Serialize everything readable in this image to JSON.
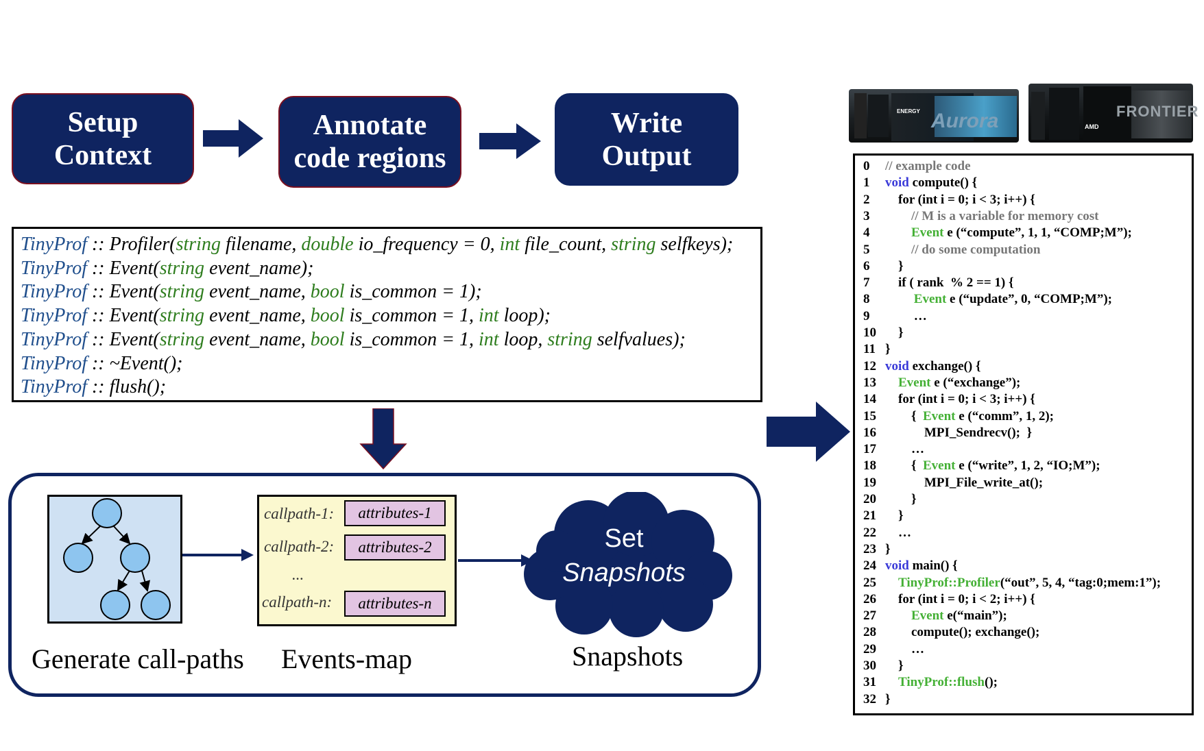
{
  "pipeline": {
    "steps": [
      "Setup\nContext",
      "Annotate\ncode regions",
      "Write\nOutput"
    ]
  },
  "api": {
    "lines": [
      [
        [
          "ns",
          "TinyProf"
        ],
        [
          "t",
          " :: Profiler("
        ],
        [
          "tp",
          "string"
        ],
        [
          "t",
          " filename,  "
        ],
        [
          "tp",
          "double"
        ],
        [
          "t",
          " io_frequency = 0, "
        ],
        [
          "tp",
          "int"
        ],
        [
          "t",
          " file_count, "
        ],
        [
          "tp",
          "string"
        ],
        [
          "t",
          " selfkeys);"
        ]
      ],
      [
        [
          "ns",
          "TinyProf"
        ],
        [
          "t",
          " :: Event("
        ],
        [
          "tp",
          "string"
        ],
        [
          "t",
          " event_name);"
        ]
      ],
      [
        [
          "ns",
          "TinyProf"
        ],
        [
          "t",
          " :: Event("
        ],
        [
          "tp",
          "string"
        ],
        [
          "t",
          " event_name, "
        ],
        [
          "tp",
          "bool"
        ],
        [
          "t",
          " is_common = 1);"
        ]
      ],
      [
        [
          "ns",
          "TinyProf"
        ],
        [
          "t",
          " :: Event("
        ],
        [
          "tp",
          "string"
        ],
        [
          "t",
          " event_name, "
        ],
        [
          "tp",
          "bool"
        ],
        [
          "t",
          " is_common = 1, "
        ],
        [
          "tp",
          "int"
        ],
        [
          "t",
          " loop);"
        ]
      ],
      [
        [
          "ns",
          "TinyProf"
        ],
        [
          "t",
          " :: Event("
        ],
        [
          "tp",
          "string"
        ],
        [
          "t",
          " event_name, "
        ],
        [
          "tp",
          "bool"
        ],
        [
          "t",
          " is_common = 1, "
        ],
        [
          "tp",
          "int"
        ],
        [
          "t",
          " loop, "
        ],
        [
          "tp",
          "string"
        ],
        [
          "t",
          " selfvalues);"
        ]
      ],
      [
        [
          "ns",
          "TinyProf"
        ],
        [
          "t",
          " :: ~Event();"
        ]
      ],
      [
        [
          "ns",
          "TinyProf"
        ],
        [
          "t",
          " :: flush();"
        ]
      ]
    ]
  },
  "events_map": {
    "rows": [
      {
        "callpath": "callpath-1:",
        "attributes": "attributes-1"
      },
      {
        "callpath": "callpath-2:",
        "attributes": "attributes-2"
      },
      {
        "callpath": "callpath-n:",
        "attributes": "attributes-n"
      }
    ],
    "ellipsis": "..."
  },
  "snapshot_cloud": {
    "line1": "Set",
    "line2": "Snapshots"
  },
  "captions": {
    "callpaths": "Generate call-paths",
    "events_map": "Events-map",
    "snapshots": "Snapshots"
  },
  "servers": {
    "aurora": {
      "brand": "Aurora",
      "small": "ENERGY"
    },
    "frontier": {
      "brand": "FRONTIER",
      "small": "AMD"
    }
  },
  "code": [
    {
      "n": "0",
      "indent": 0,
      "segs": [
        [
          "c",
          "// example code"
        ]
      ]
    },
    {
      "n": "1",
      "indent": 0,
      "segs": [
        [
          "k",
          "void"
        ],
        [
          "t",
          " compute() {"
        ]
      ]
    },
    {
      "n": "2",
      "indent": 1,
      "segs": [
        [
          "t",
          "for (int i = 0; i < 3; i++) {"
        ]
      ]
    },
    {
      "n": "3",
      "indent": 2,
      "segs": [
        [
          "c",
          "// M is a variable for memory cost"
        ]
      ]
    },
    {
      "n": "4",
      "indent": 2,
      "segs": [
        [
          "g",
          "Event"
        ],
        [
          "t",
          " e (“compute”, 1, 1, “COMP;M”);"
        ]
      ]
    },
    {
      "n": "5",
      "indent": 2,
      "segs": [
        [
          "c",
          "// do some computation"
        ]
      ]
    },
    {
      "n": "6",
      "indent": 1,
      "segs": [
        [
          "t",
          "}"
        ]
      ]
    },
    {
      "n": "7",
      "indent": 1,
      "segs": [
        [
          "t",
          "if ( rank  % 2 == 1) {"
        ]
      ]
    },
    {
      "n": "8",
      "indent": 2.2,
      "segs": [
        [
          "g",
          "Event"
        ],
        [
          "t",
          " e (“update”, 0, “COMP;M”);"
        ]
      ]
    },
    {
      "n": "9",
      "indent": 2.2,
      "segs": [
        [
          "t",
          "…"
        ]
      ]
    },
    {
      "n": "10",
      "indent": 1,
      "segs": [
        [
          "t",
          "}"
        ]
      ]
    },
    {
      "n": "11",
      "indent": 0,
      "segs": [
        [
          "t",
          "}"
        ]
      ]
    },
    {
      "n": "12",
      "indent": 0,
      "segs": [
        [
          "k",
          "void"
        ],
        [
          "t",
          " exchange() {"
        ]
      ]
    },
    {
      "n": "13",
      "indent": 1,
      "segs": [
        [
          "g",
          "Event"
        ],
        [
          "t",
          " e (“exchange”);"
        ]
      ]
    },
    {
      "n": "14",
      "indent": 1,
      "segs": [
        [
          "t",
          "for (int i = 0; i < 3; i++) {"
        ]
      ]
    },
    {
      "n": "15",
      "indent": 2,
      "segs": [
        [
          "t",
          "{  "
        ],
        [
          "g",
          "Event"
        ],
        [
          "t",
          " e (“comm”, 1, 2);"
        ]
      ]
    },
    {
      "n": "16",
      "indent": 3,
      "segs": [
        [
          "t",
          "MPI_Sendrecv();  }"
        ]
      ]
    },
    {
      "n": "17",
      "indent": 2,
      "segs": [
        [
          "t",
          "…"
        ]
      ]
    },
    {
      "n": "18",
      "indent": 2,
      "segs": [
        [
          "t",
          "{  "
        ],
        [
          "g",
          "Event"
        ],
        [
          "t",
          " e (“write”, 1, 2, “IO;M”);"
        ]
      ]
    },
    {
      "n": "19",
      "indent": 3,
      "segs": [
        [
          "t",
          "MPI_File_write_at();"
        ]
      ]
    },
    {
      "n": "20",
      "indent": 2,
      "segs": [
        [
          "t",
          "}"
        ]
      ]
    },
    {
      "n": "21",
      "indent": 1,
      "segs": [
        [
          "t",
          "}"
        ]
      ]
    },
    {
      "n": "22",
      "indent": 1,
      "segs": [
        [
          "t",
          "…"
        ]
      ]
    },
    {
      "n": "23",
      "indent": 0,
      "segs": [
        [
          "t",
          "}"
        ]
      ]
    },
    {
      "n": "24",
      "indent": 0,
      "segs": [
        [
          "k",
          "void"
        ],
        [
          "t",
          " main() {"
        ]
      ]
    },
    {
      "n": "25",
      "indent": 1,
      "segs": [
        [
          "g",
          "TinyProf::Profiler"
        ],
        [
          "t",
          "(“out”, 5, 4, “tag:0;mem:1”);"
        ]
      ]
    },
    {
      "n": "26",
      "indent": 1,
      "segs": [
        [
          "t",
          "for (int i = 0; i < 2; i++) {"
        ]
      ]
    },
    {
      "n": "27",
      "indent": 2,
      "segs": [
        [
          "g",
          "Event"
        ],
        [
          "t",
          " e(“main”);"
        ]
      ]
    },
    {
      "n": "28",
      "indent": 2,
      "segs": [
        [
          "t",
          "compute(); exchange();"
        ]
      ]
    },
    {
      "n": "29",
      "indent": 2,
      "segs": [
        [
          "t",
          "…"
        ]
      ]
    },
    {
      "n": "30",
      "indent": 1,
      "segs": [
        [
          "t",
          "}"
        ]
      ]
    },
    {
      "n": "31",
      "indent": 1,
      "segs": [
        [
          "g",
          "TinyProf::flush"
        ],
        [
          "t",
          "();"
        ]
      ]
    },
    {
      "n": "32",
      "indent": 0,
      "segs": [
        [
          "t",
          "}"
        ]
      ]
    }
  ],
  "colors": {
    "box_fill": "#0f2460",
    "box_border": "#7a1020",
    "namespace": "#1f4e8c",
    "type_green": "#2e7d1e",
    "keyword_blue": "#3a3ad8",
    "event_green": "#44b035",
    "comment_gray": "#777777"
  }
}
